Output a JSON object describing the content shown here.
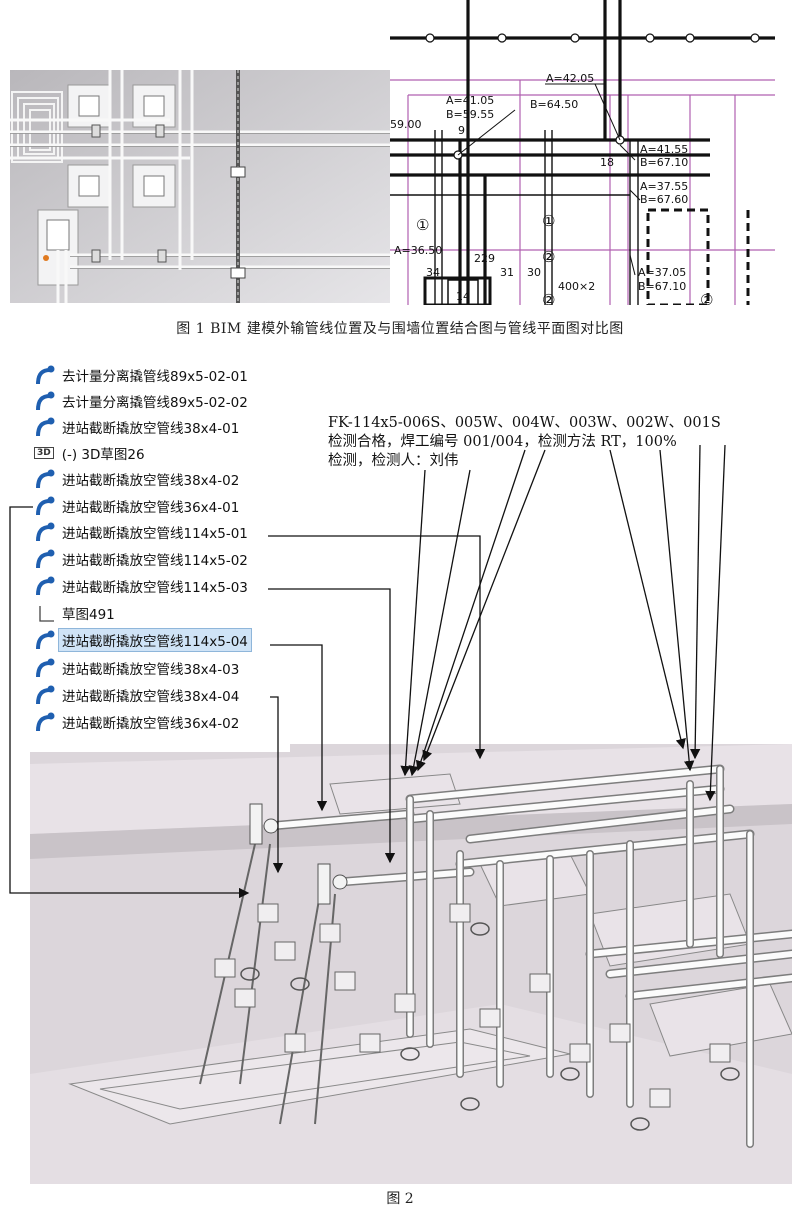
{
  "figure1": {
    "caption": "图 1 BIM 建模外输管线位置及与围墙位置结合图与管线平面图对比图",
    "plan_labels": {
      "a1": "A=42.05",
      "b1": "B=64.50",
      "a2": "A=41.05",
      "b2": "B=59.55",
      "left59": "59.00",
      "n9": "9",
      "n18": "18",
      "a3": "A=41.55",
      "b3": "B=67.10",
      "a4": "A=37.55",
      "b4": "B=67.60",
      "a5": "A=36.50",
      "n229": "229",
      "n34": "34",
      "n31": "31",
      "n30": "30",
      "n14": "14",
      "dim400": "400×2",
      "a6": "A=37.05",
      "b6": "B=67.10",
      "c1": "①",
      "c1b": "①",
      "c2": "②",
      "c2b": "②",
      "c2c": "②"
    }
  },
  "tree": {
    "items": [
      {
        "label": "去计量分离撬管线89x5-02-01",
        "icon": "pipe-icon"
      },
      {
        "label": "去计量分离撬管线89x5-02-02",
        "icon": "pipe-icon"
      },
      {
        "label": "进站截断撬放空管线38x4-01",
        "icon": "pipe-icon"
      },
      {
        "label": "(-) 3D草图26",
        "icon": "3d-sketch-icon"
      },
      {
        "label": "进站截断撬放空管线38x4-02",
        "icon": "pipe-icon"
      },
      {
        "label": "进站截断撬放空管线36x4-01",
        "icon": "pipe-icon"
      },
      {
        "label": "进站截断撬放空管线114x5-01",
        "icon": "pipe-icon"
      },
      {
        "label": "进站截断撬放空管线114x5-02",
        "icon": "pipe-icon"
      },
      {
        "label": "进站截断撬放空管线114x5-03",
        "icon": "pipe-icon"
      },
      {
        "label": "草图491",
        "icon": "sketch-icon"
      },
      {
        "label": "进站截断撬放空管线114x5-04",
        "icon": "pipe-icon"
      },
      {
        "label": "进站截断撬放空管线38x4-03",
        "icon": "pipe-icon"
      },
      {
        "label": "进站截断撬放空管线38x4-04",
        "icon": "pipe-icon"
      },
      {
        "label": "进站截断撬放空管线36x4-02",
        "icon": "pipe-icon"
      }
    ],
    "selected_index": 10
  },
  "annotation": {
    "line1": "FK-114x5-006S、005W、004W、003W、002W、001S",
    "line2": "检测合格，焊工编号 001/004，检测方法 RT，100%",
    "line3": "检测，检测人：刘伟"
  },
  "figure2": {
    "caption": "图 2"
  },
  "colors": {
    "model_bg": "#d8d3d8",
    "model_pink": "#e4dbe3",
    "plan_magenta": "#b060b0",
    "selection": "#cfe3f6",
    "pipe_icon_blue": "#1f5fb0"
  }
}
